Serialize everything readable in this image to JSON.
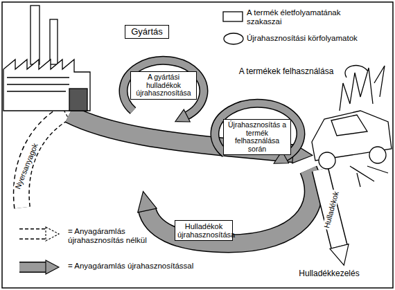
{
  "diagram": {
    "nodes": [
      {
        "text": [
          "Gyártás"
        ]
      },
      {
        "text": [
          "A gyártási hulladékok újrahasznosítása"
        ]
      },
      {
        "text": [
          "A termékek felhasználása"
        ]
      },
      {
        "text": [
          "Újrahasznosítás a termék felhasználása során"
        ]
      },
      {
        "text": [
          "Hulladékok újrahasznosítása"
        ]
      },
      {
        "text": [
          "Hulladékkezelés"
        ]
      }
    ],
    "labels": [
      "Nyersanyagok",
      "Hulladékok"
    ],
    "legend": [
      {
        "text": "A termék életfolyamatának szakaszai"
      },
      {
        "text": "Újrahasznosítási körfolyamatok"
      },
      {
        "text": "= Anyagáramlás újrahasznosítás nélkül"
      },
      {
        "text": "= Anyagáramlás újrahasznosítással"
      }
    ]
  }
}
